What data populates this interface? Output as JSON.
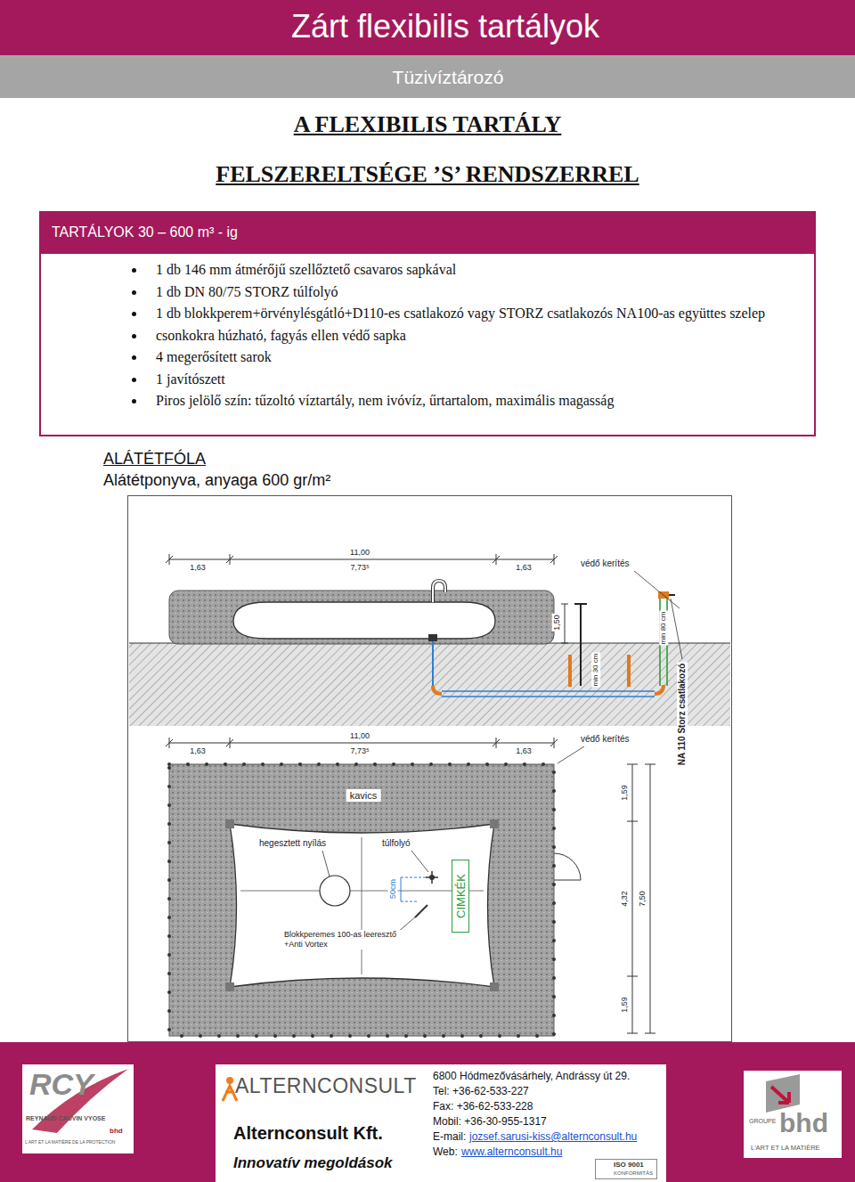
{
  "diagram": {
    "title": "A FLEXIBILIS TARTÁLY FELSZERELTSÉGE ’S’ RENDSZERREL",
    "nodes": [
      {
        "text": [
          "Zárt flexibilis tartályok"
        ]
      },
      {
        "text": [
          "Tüzivíztározó"
        ]
      },
      {
        "text": [
          "1 db 146 mm átmérőjű szellőztető csavaros sapkával",
          "1 db DN 80/75 STORZ túlfolyó",
          "1 db blokkperem+örvénylésgátló+D110-es csatlakozó vagy STORZ csatlakozós NA100-as együttes szelep",
          "csonkokra húzható, fagyás ellen védő sapka",
          "4 megerősített sarok",
          "1 javítószett",
          "Piros jelölő szín: tűzoltó víztartály, nem ivóvíz, űrtartalom, maximális magasság"
        ]
      },
      {
        "text": [
          "TARTÁLYOK 30 – 600 m³ - ig"
        ],
        "in": 2
      },
      {
        "text": [
          "kavics"
        ]
      },
      {
        "text": [
          "CIMKÉK"
        ]
      },
      {
        "text": [
          "RCY",
          "REYNAUD CAUVIN VYOSE",
          "L'ART ET LA MATIÈRE DE LA PROTECTION",
          "bhd"
        ]
      },
      {
        "text": [
          "ALTERNCONSULT",
          "Alternconsult Kft.",
          "Innovatív megoldások",
          "6800 Hódmezővásárhely, Andrássy út 29.",
          "Tel: +36-62-533-227",
          "Fax: +36-62-533-228",
          "Mobil: +36-30-955-1317",
          "E-mail:",
          "jozsef.sarusi-kiss@alternconsult.hu",
          "Web:",
          "www.alternconsult.hu"
        ]
      },
      {
        "text": [
          "ISO 9001",
          "KONFORMITÁS"
        ],
        "in": 7
      },
      {
        "text": [
          "GROUPE",
          "bhd",
          "L'ART ET LA MATIÈRE"
        ]
      }
    ],
    "labels": [
      "ALÁTÉTFÓLA",
      "Alátétponyva, anyaga 600 gr/m²",
      "11,00",
      "1,63",
      "7,73⁵",
      "1,63",
      "védő kerítés",
      "1,50",
      "min 30 cm",
      "min 80 cm",
      "NA 110 Storz csatlakozó",
      "11,00",
      "1,63",
      "7,73⁵",
      "1,63",
      "védő kerítés",
      "hegesztett nyílás",
      "túlfolyó",
      "50cm",
      "Blokkperemes 100-as leeresztő +Anti Vortex",
      "1,59",
      "4,32",
      "7,50",
      "1,59"
    ]
  }
}
